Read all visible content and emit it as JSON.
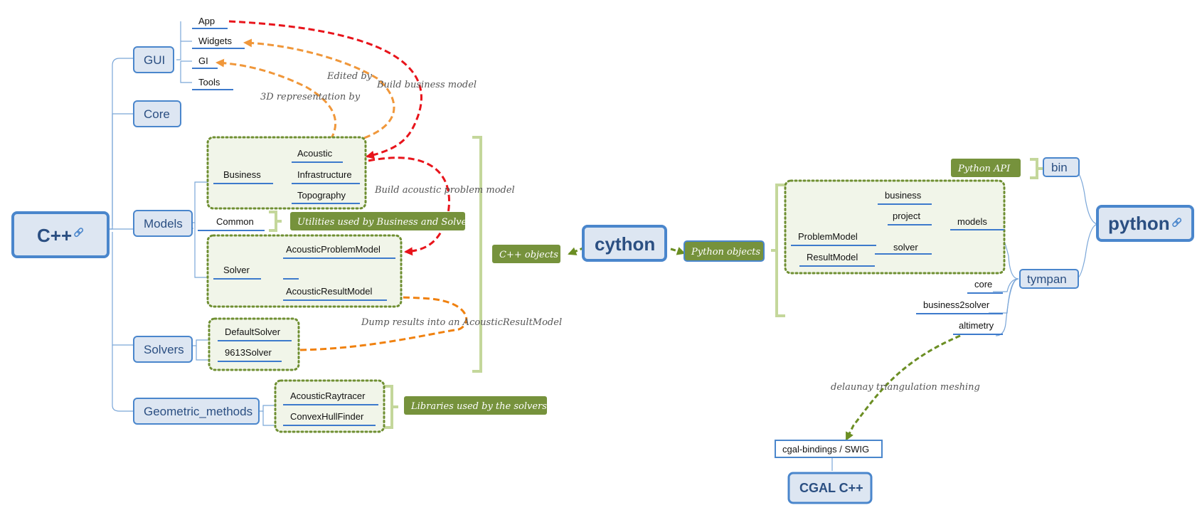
{
  "cpp": {
    "root": "C++",
    "gui": {
      "label": "GUI",
      "items": [
        "App",
        "Widgets",
        "GI",
        "Tools"
      ]
    },
    "core": "Core",
    "models": {
      "label": "Models",
      "business": {
        "label": "Business",
        "items": [
          "Acoustic",
          "Infrastructure",
          "Topography"
        ]
      },
      "common": "Common",
      "solver": {
        "label": "Solver",
        "items": [
          "AcousticProblemModel",
          "AcousticResultModel"
        ]
      }
    },
    "solvers": {
      "label": "Solvers",
      "items": [
        "DefaultSolver",
        "9613Solver"
      ]
    },
    "geometric": {
      "label": "Geometric_methods",
      "items": [
        "AcousticRaytracer",
        "ConvexHullFinder"
      ]
    }
  },
  "annotations": {
    "build_business_model": "Build business model",
    "edited_by": "Edited by",
    "representation": "3D representation by",
    "build_acoustic": "Build acoustic problem model",
    "dump_results": "Dump results into an AcousticResultModel",
    "delaunay": "delaunay triangulation meshing"
  },
  "tags": {
    "utilities": "Utilities used by Business and Solver",
    "libraries": "Libraries used by the solvers",
    "cpp_objects": "C++ objects",
    "python_objects": "Python objects",
    "python_api": "Python API"
  },
  "cython": "cython",
  "python": {
    "root": "python",
    "bin": "bin",
    "tympan": "tympan",
    "models": {
      "label": "models",
      "business": "business",
      "project": "project",
      "solver": {
        "label": "solver",
        "items": [
          "ProblemModel",
          "ResultModel"
        ]
      }
    },
    "core": "core",
    "business2solver": "business2solver",
    "altimetry": "altimetry"
  },
  "cgal": {
    "bindings": "cgal-bindings / SWIG",
    "root": "CGAL C++"
  },
  "colors": {
    "node_fill": "#dde6f2",
    "node_border": "#4a86cc",
    "node_text": "#2b4f82",
    "group_fill": "#f1f5e9",
    "group_border": "#6f8f32",
    "tag_fill": "#76923c",
    "brace": "#c4d79b",
    "arrow_red": "#e8141b",
    "arrow_orange": "#f0973a",
    "arrow_orange_strong": "#f0810f",
    "arrow_green": "#6b8e23"
  },
  "icons": [
    "link-icon"
  ]
}
